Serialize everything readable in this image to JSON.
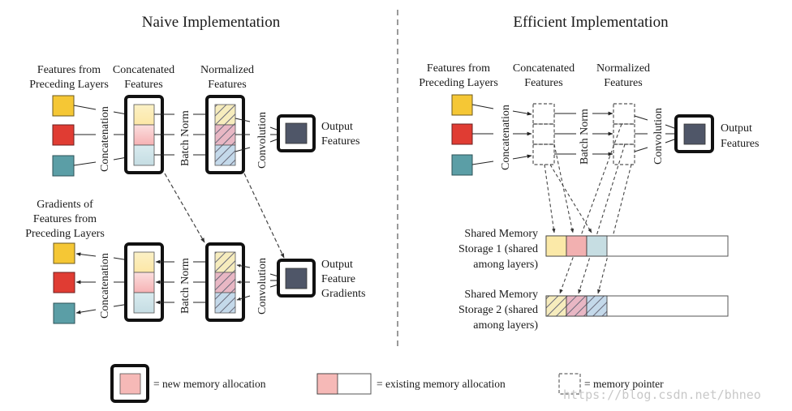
{
  "naive": {
    "title": "Naive Implementation",
    "forward": {
      "input_label": [
        "Features from",
        "Preceding Layers"
      ],
      "concat_label": [
        "Concatenated",
        "Features"
      ],
      "norm_label": [
        "Normalized",
        "Features"
      ],
      "op_concat": "Concatenation",
      "op_batchnorm": "Batch Norm",
      "op_conv": "Convolution",
      "output_label": [
        "Output",
        "Features"
      ]
    },
    "backward": {
      "input_label": [
        "Gradients of",
        "Features from",
        "Preceding Layers"
      ],
      "op_concat": "Concatenation",
      "op_batchnorm": "Batch Norm",
      "op_conv": "Convolution",
      "output_label": [
        "Output",
        "Feature",
        "Gradients"
      ]
    }
  },
  "efficient": {
    "title": "Efficient Implementation",
    "input_label": [
      "Features from",
      "Preceding Layers"
    ],
    "concat_label": [
      "Concatenated",
      "Features"
    ],
    "norm_label": [
      "Normalized",
      "Features"
    ],
    "op_concat": "Concatenation",
    "op_batchnorm": "Batch Norm",
    "op_conv": "Convolution",
    "output_label": [
      "Output",
      "Features"
    ],
    "storage1_label": [
      "Shared Memory",
      "Storage 1 (shared",
      "among layers)"
    ],
    "storage2_label": [
      "Shared Memory",
      "Storage 2 (shared",
      "among layers)"
    ]
  },
  "legend": {
    "new_alloc": "= new memory allocation",
    "existing_alloc": "= existing memory allocation",
    "pointer": "= memory pointer"
  },
  "watermark": "https://blog.csdn.net/bhneo",
  "colors": {
    "yellow": "#f5c735",
    "red": "#e03c33",
    "teal": "#5b9ea6",
    "yellow_light": "#fbefc0",
    "red_light": "#f6bcbc",
    "teal_light": "#cfe3e8",
    "blue_light": "#c4d9ea",
    "output": "#4f5668",
    "hatch": "#6a6a7a"
  }
}
